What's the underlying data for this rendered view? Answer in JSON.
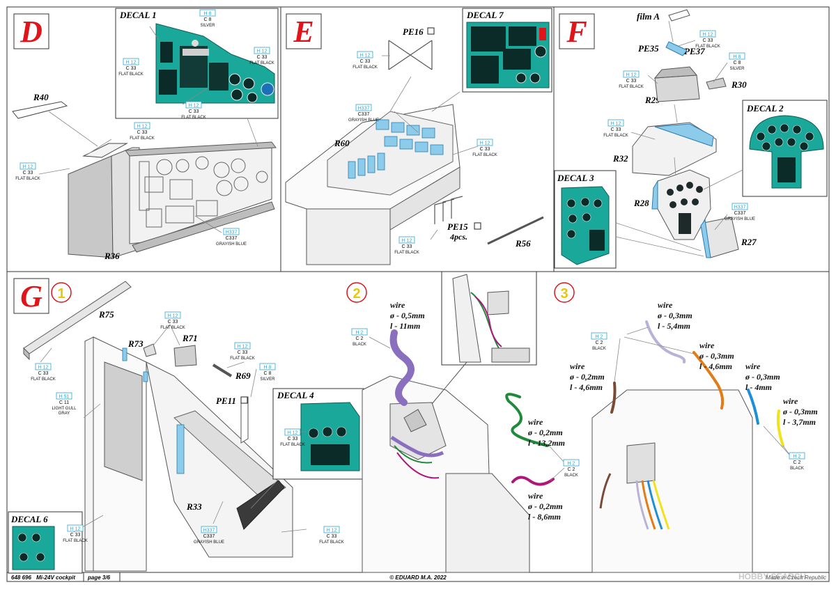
{
  "sections": {
    "D": {
      "letter": "D",
      "decal": "DECAL 1",
      "parts": [
        "R40",
        "R36"
      ],
      "callouts": [
        {
          "codes": [
            "H 8",
            "C 8"
          ],
          "name": "SILVER"
        },
        {
          "codes": [
            "H 12",
            "C 33"
          ],
          "name": "FLAT BLACK"
        },
        {
          "codes": [
            "H 12",
            "C 33"
          ],
          "name": "FLAT BLACK"
        },
        {
          "codes": [
            "H 12",
            "C 33"
          ],
          "name": "FLAT BLACK"
        },
        {
          "codes": [
            "H 12",
            "C 33"
          ],
          "name": "FLAT BLACK"
        },
        {
          "codes": [
            "H 12",
            "C 33"
          ],
          "name": "FLAT BLACK"
        },
        {
          "codes": [
            "H337",
            "C337"
          ],
          "name": "GRAYISH BLUE"
        }
      ]
    },
    "E": {
      "letter": "E",
      "decal": "DECAL 7",
      "parts": [
        "PE16",
        "R60",
        "PE15",
        "4pcs.",
        "R56"
      ],
      "callouts": [
        {
          "codes": [
            "H 12",
            "C 33"
          ],
          "name": "FLAT BLACK"
        },
        {
          "codes": [
            "H337",
            "C337"
          ],
          "name": "GRAYISH BLUE"
        },
        {
          "codes": [
            "H 12",
            "C 33"
          ],
          "name": "FLAT BLACK"
        },
        {
          "codes": [
            "H 12",
            "C 33"
          ],
          "name": "FLAT BLACK"
        }
      ]
    },
    "F": {
      "letter": "F",
      "decals": [
        "DECAL 2",
        "DECAL 3"
      ],
      "parts": [
        "film A",
        "PE35",
        "PE37",
        "R30",
        "R29",
        "R32",
        "R28",
        "R27"
      ],
      "callouts": [
        {
          "codes": [
            "H 12",
            "C 33"
          ],
          "name": "FLAT BLACK"
        },
        {
          "codes": [
            "H 12",
            "C 33"
          ],
          "name": "FLAT BLACK"
        },
        {
          "codes": [
            "H 8",
            "C 8"
          ],
          "name": "SILVER"
        },
        {
          "codes": [
            "H 12",
            "C 33"
          ],
          "name": "FLAT BLACK"
        },
        {
          "codes": [
            "H337",
            "C337"
          ],
          "name": "GRAYISH BLUE"
        }
      ]
    },
    "G": {
      "letter": "G",
      "steps": [
        "1",
        "2",
        "3"
      ],
      "decals": [
        "DECAL 4",
        "DECAL 6"
      ],
      "parts": [
        "R75",
        "R73",
        "R71",
        "R69",
        "PE11",
        "R33"
      ],
      "callouts": [
        {
          "codes": [
            "H 12",
            "C 33"
          ],
          "name": "FLAT BLACK"
        },
        {
          "codes": [
            "H 51",
            "C 11"
          ],
          "name": "LIGHT GULL GRAY",
          "name_lines": [
            "LIGHT GULL",
            "GRAY"
          ]
        },
        {
          "codes": [
            "H 12",
            "C 33"
          ],
          "name": "FLAT BLACK"
        },
        {
          "codes": [
            "H 12",
            "C 33"
          ],
          "name": "FLAT BLACK"
        },
        {
          "codes": [
            "H 8",
            "C 8"
          ],
          "name": "SILVER"
        },
        {
          "codes": [
            "H 12",
            "C 33"
          ],
          "name": "FLAT BLACK"
        },
        {
          "codes": [
            "H 12",
            "C 33"
          ],
          "name": "FLAT BLACK"
        },
        {
          "codes": [
            "H337",
            "C337"
          ],
          "name": "GRAYISH BLUE"
        },
        {
          "codes": [
            "H 12",
            "C 33"
          ],
          "name": "FLAT BLACK"
        },
        {
          "codes": [
            "H 2",
            "C 2"
          ],
          "name": "BLACK"
        },
        {
          "codes": [
            "H 2",
            "C 2"
          ],
          "name": "BLACK"
        },
        {
          "codes": [
            "H 2",
            "C 2"
          ],
          "name": "BLACK"
        },
        {
          "codes": [
            "H 2",
            "C 2"
          ],
          "name": "BLACK"
        }
      ],
      "wires": [
        {
          "label": "wire",
          "diameter": "ø - 0,5mm",
          "length": "l - 11mm",
          "color": "#8a6fbf"
        },
        {
          "label": "wire",
          "diameter": "ø - 0,2mm",
          "length": "l - 13,2mm",
          "color": "#1e8a3a"
        },
        {
          "label": "wire",
          "diameter": "ø - 0,2mm",
          "length": "l - 8,6mm",
          "color": "#b0167a"
        },
        {
          "label": "wire",
          "diameter": "ø - 0,3mm",
          "length": "l - 5,4mm",
          "color": "#b8b2d8"
        },
        {
          "label": "wire",
          "diameter": "ø - 0,3mm",
          "length": "l - 4,6mm",
          "color": "#e27c16"
        },
        {
          "label": "wire",
          "diameter": "ø - 0,2mm",
          "length": "l - 4,6mm",
          "color": "#7a4a36"
        },
        {
          "label": "wire",
          "diameter": "ø - 0,3mm",
          "length": "l - 4mm",
          "color": "#1d8fd6"
        },
        {
          "label": "wire",
          "diameter": "ø - 0,3mm",
          "length": "l - 3,7mm",
          "color": "#f2e21a"
        }
      ]
    }
  },
  "footer": {
    "code": "648 696",
    "product": "Mi-24V cockpit",
    "page": "page 3/6",
    "copyright": "© EDUARD  M.A. 2022",
    "watermark": "HOBBY SEARCH",
    "printed": "Made in Czech Republic"
  },
  "colors": {
    "letter_red": "#e0141b",
    "step_yellow": "#f6e62a",
    "callout_blue": "#2aa6d8",
    "decal_teal": "#1aa89a",
    "panel_blue": "#8ccbea",
    "line_gray": "#888888"
  }
}
